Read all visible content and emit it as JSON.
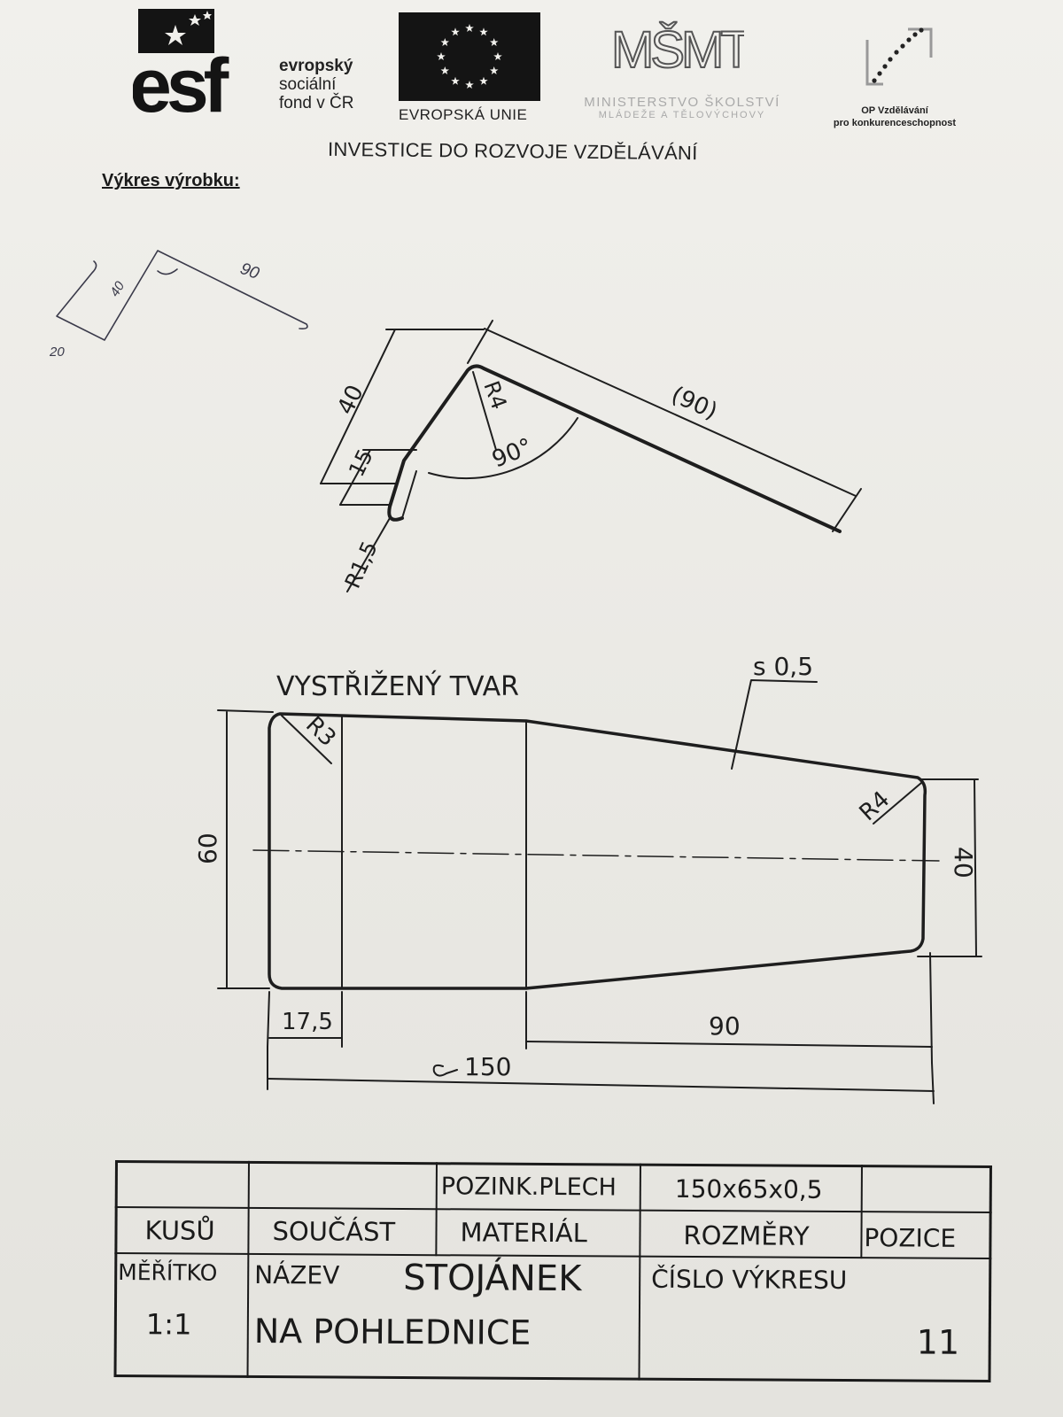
{
  "header": {
    "esf": {
      "logo_text": "esf",
      "line1": "evropský",
      "line2": "sociální",
      "line3": "fond v ČR"
    },
    "eu": {
      "label": "EVROPSKÁ UNIE"
    },
    "msmt": {
      "logo_text": "MŠMT",
      "line1": "MINISTERSTVO ŠKOLSTVÍ",
      "line2": "MLÁDEŽE A TĚLOVÝCHOVY"
    },
    "op": {
      "line1": "OP Vzdělávání",
      "line2": "pro konkurenceschopnost"
    },
    "tagline": "INVESTICE DO ROZVOJE VZDĚLÁVÁNÍ"
  },
  "heading": "Výkres výrobku:",
  "sketch": {
    "dim_long": "90",
    "dim_mid": "40",
    "dim_short": "20"
  },
  "side_view": {
    "dim_40": "40",
    "dim_15": "15",
    "dim_90": "(90)",
    "radius_r4": "R4",
    "angle": "90°",
    "radius_r15": "R1,5"
  },
  "blank": {
    "title": "VYSTŘIŽENÝ TVAR",
    "thickness": "s 0,5",
    "radius_r3": "R3",
    "radius_r4": "R4",
    "dim_60": "60",
    "dim_40": "40",
    "dim_175": "17,5",
    "dim_90": "90",
    "dim_150": "150"
  },
  "title_block": {
    "material_value": "POZINK.PLECH",
    "dimensions_value": "150x65x0,5",
    "label_pieces": "KUSŮ",
    "label_part": "SOUČÁST",
    "label_material": "MATERIÁL",
    "label_dimensions": "ROZMĚRY",
    "label_position": "POZICE",
    "label_scale": "MĚŘÍTKO",
    "scale_value": "1:1",
    "label_name": "NÁZEV",
    "name_line1": "STOJÁNEK",
    "name_line2": "NA POHLEDNICE",
    "label_drawing_no": "ČÍSLO VÝKRESU",
    "drawing_no": "11"
  }
}
